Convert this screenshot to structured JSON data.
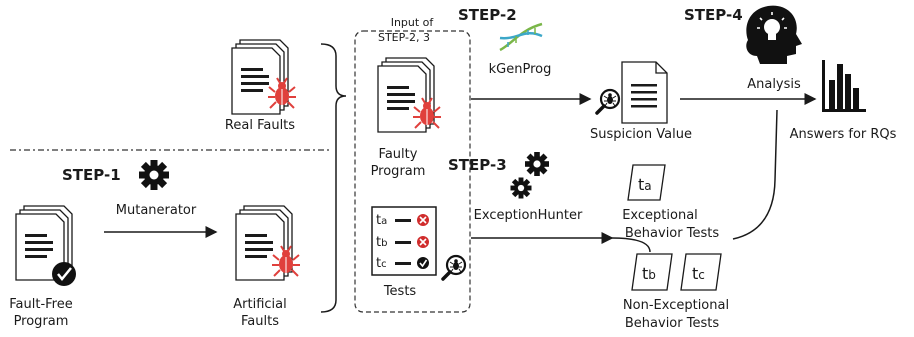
{
  "steps": {
    "step1": "STEP-1",
    "step2": "STEP-2",
    "step3": "STEP-3",
    "step4": "STEP-4"
  },
  "tools": {
    "mutanerator": "Mutanerator",
    "kgenprog": "kGenProg",
    "exception_hunter": "ExceptionHunter",
    "analysis": "Analysis"
  },
  "nodes": {
    "real_faults": "Real Faults",
    "fault_free_line1": "Fault-Free",
    "fault_free_line2": "Program",
    "artificial_line1": "Artificial",
    "artificial_line2": "Faults",
    "input_line1": "Input of",
    "input_line2": "STEP-2, 3",
    "faulty_line1": "Faulty",
    "faulty_line2": "Program",
    "tests": "Tests",
    "suspicion": "Suspicion Value",
    "exceptional_line1": "Exceptional",
    "exceptional_line2": "Behavior Tests",
    "nonexc_line1": "Non-Exceptional",
    "nonexc_line2": "Behavior Tests",
    "answers": "Answers for RQs"
  },
  "tests": [
    {
      "name": "ta",
      "main": "t",
      "sub": "a",
      "result": "fail"
    },
    {
      "name": "tb",
      "main": "t",
      "sub": "b",
      "result": "fail"
    },
    {
      "name": "tc",
      "main": "t",
      "sub": "c",
      "result": "pass"
    }
  ],
  "colors": {
    "bug": "#e0403c",
    "fail": "#d02c2c",
    "ink": "#1a1a1a"
  }
}
